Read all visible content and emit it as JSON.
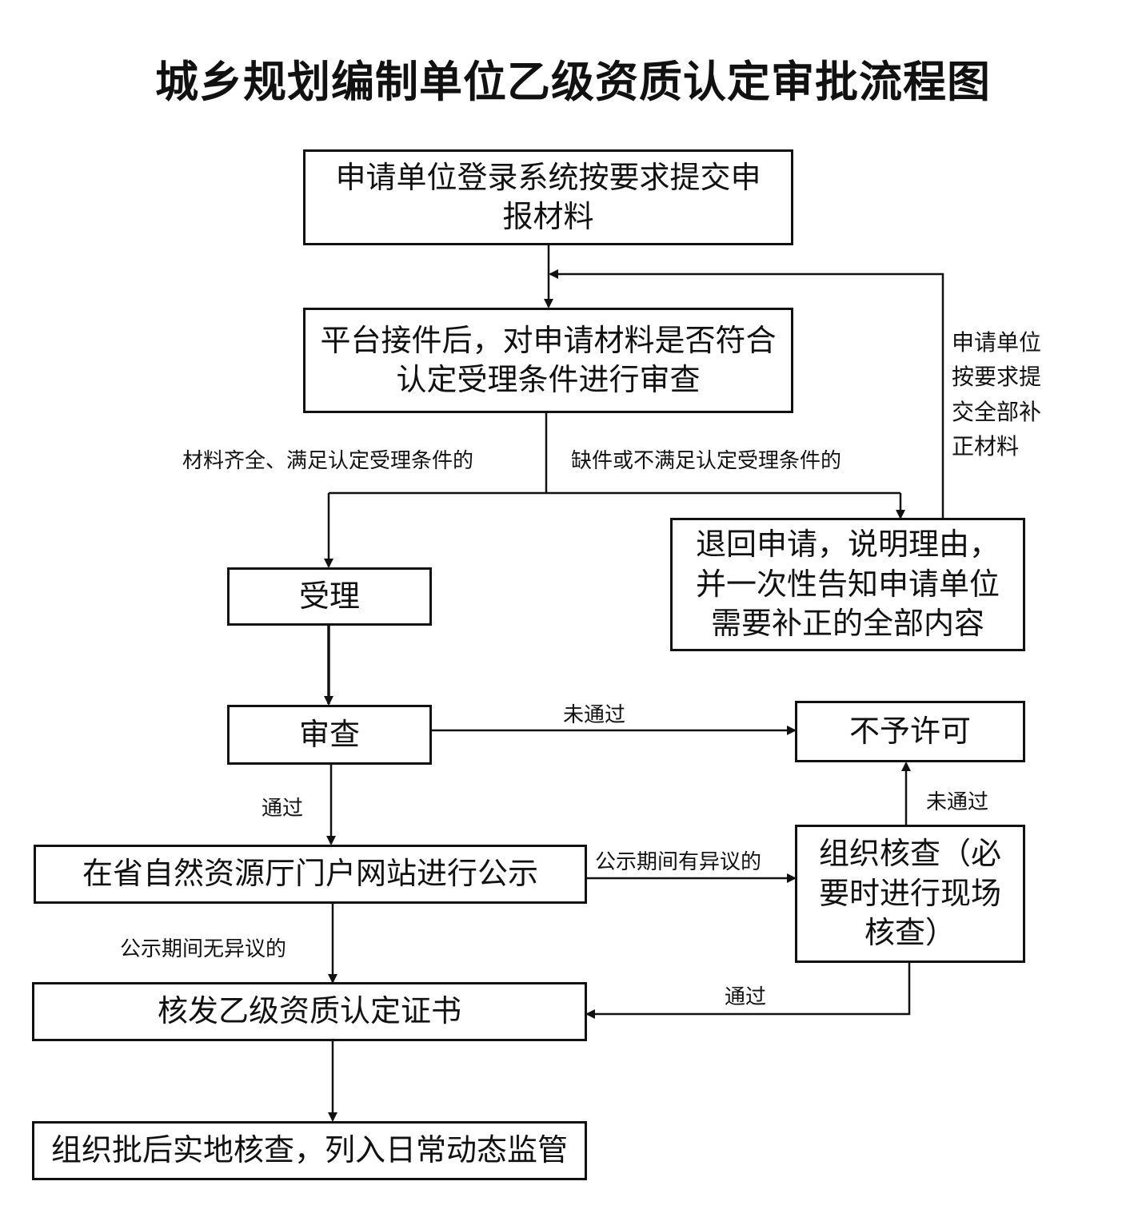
{
  "title": "城乡规划编制单位乙级资质认定审批流程图",
  "nodes": {
    "submit": "申请单位登录系统按要求提交申\n报材料",
    "review_conditions": "平台接件后，对申请材料是否符合\n认定受理条件进行审查",
    "accept": "受理",
    "return": "退回申请，说明理由，\n并一次性告知申请单位\n需要补正的全部内容",
    "examine": "审查",
    "deny": "不予许可",
    "publicize": "在省自然资源厅门户网站进行公示",
    "verify": "组织核查（必\n要时进行现场\n核查）",
    "issue": "核发乙级资质认定证书",
    "supervise": "组织批后实地核查，列入日常动态监管"
  },
  "edges": {
    "complete": "材料齐全、满足认定受理条件的",
    "incomplete": "缺件或不满足认定受理条件的",
    "resubmit": "申请单位\n按要求提\n交全部补\n正材料",
    "exam_fail": "未通过",
    "exam_pass": "通过",
    "objection": "公示期间有异议的",
    "no_objection": "公示期间无异议的",
    "verify_fail": "未通过",
    "verify_pass": "通过"
  }
}
